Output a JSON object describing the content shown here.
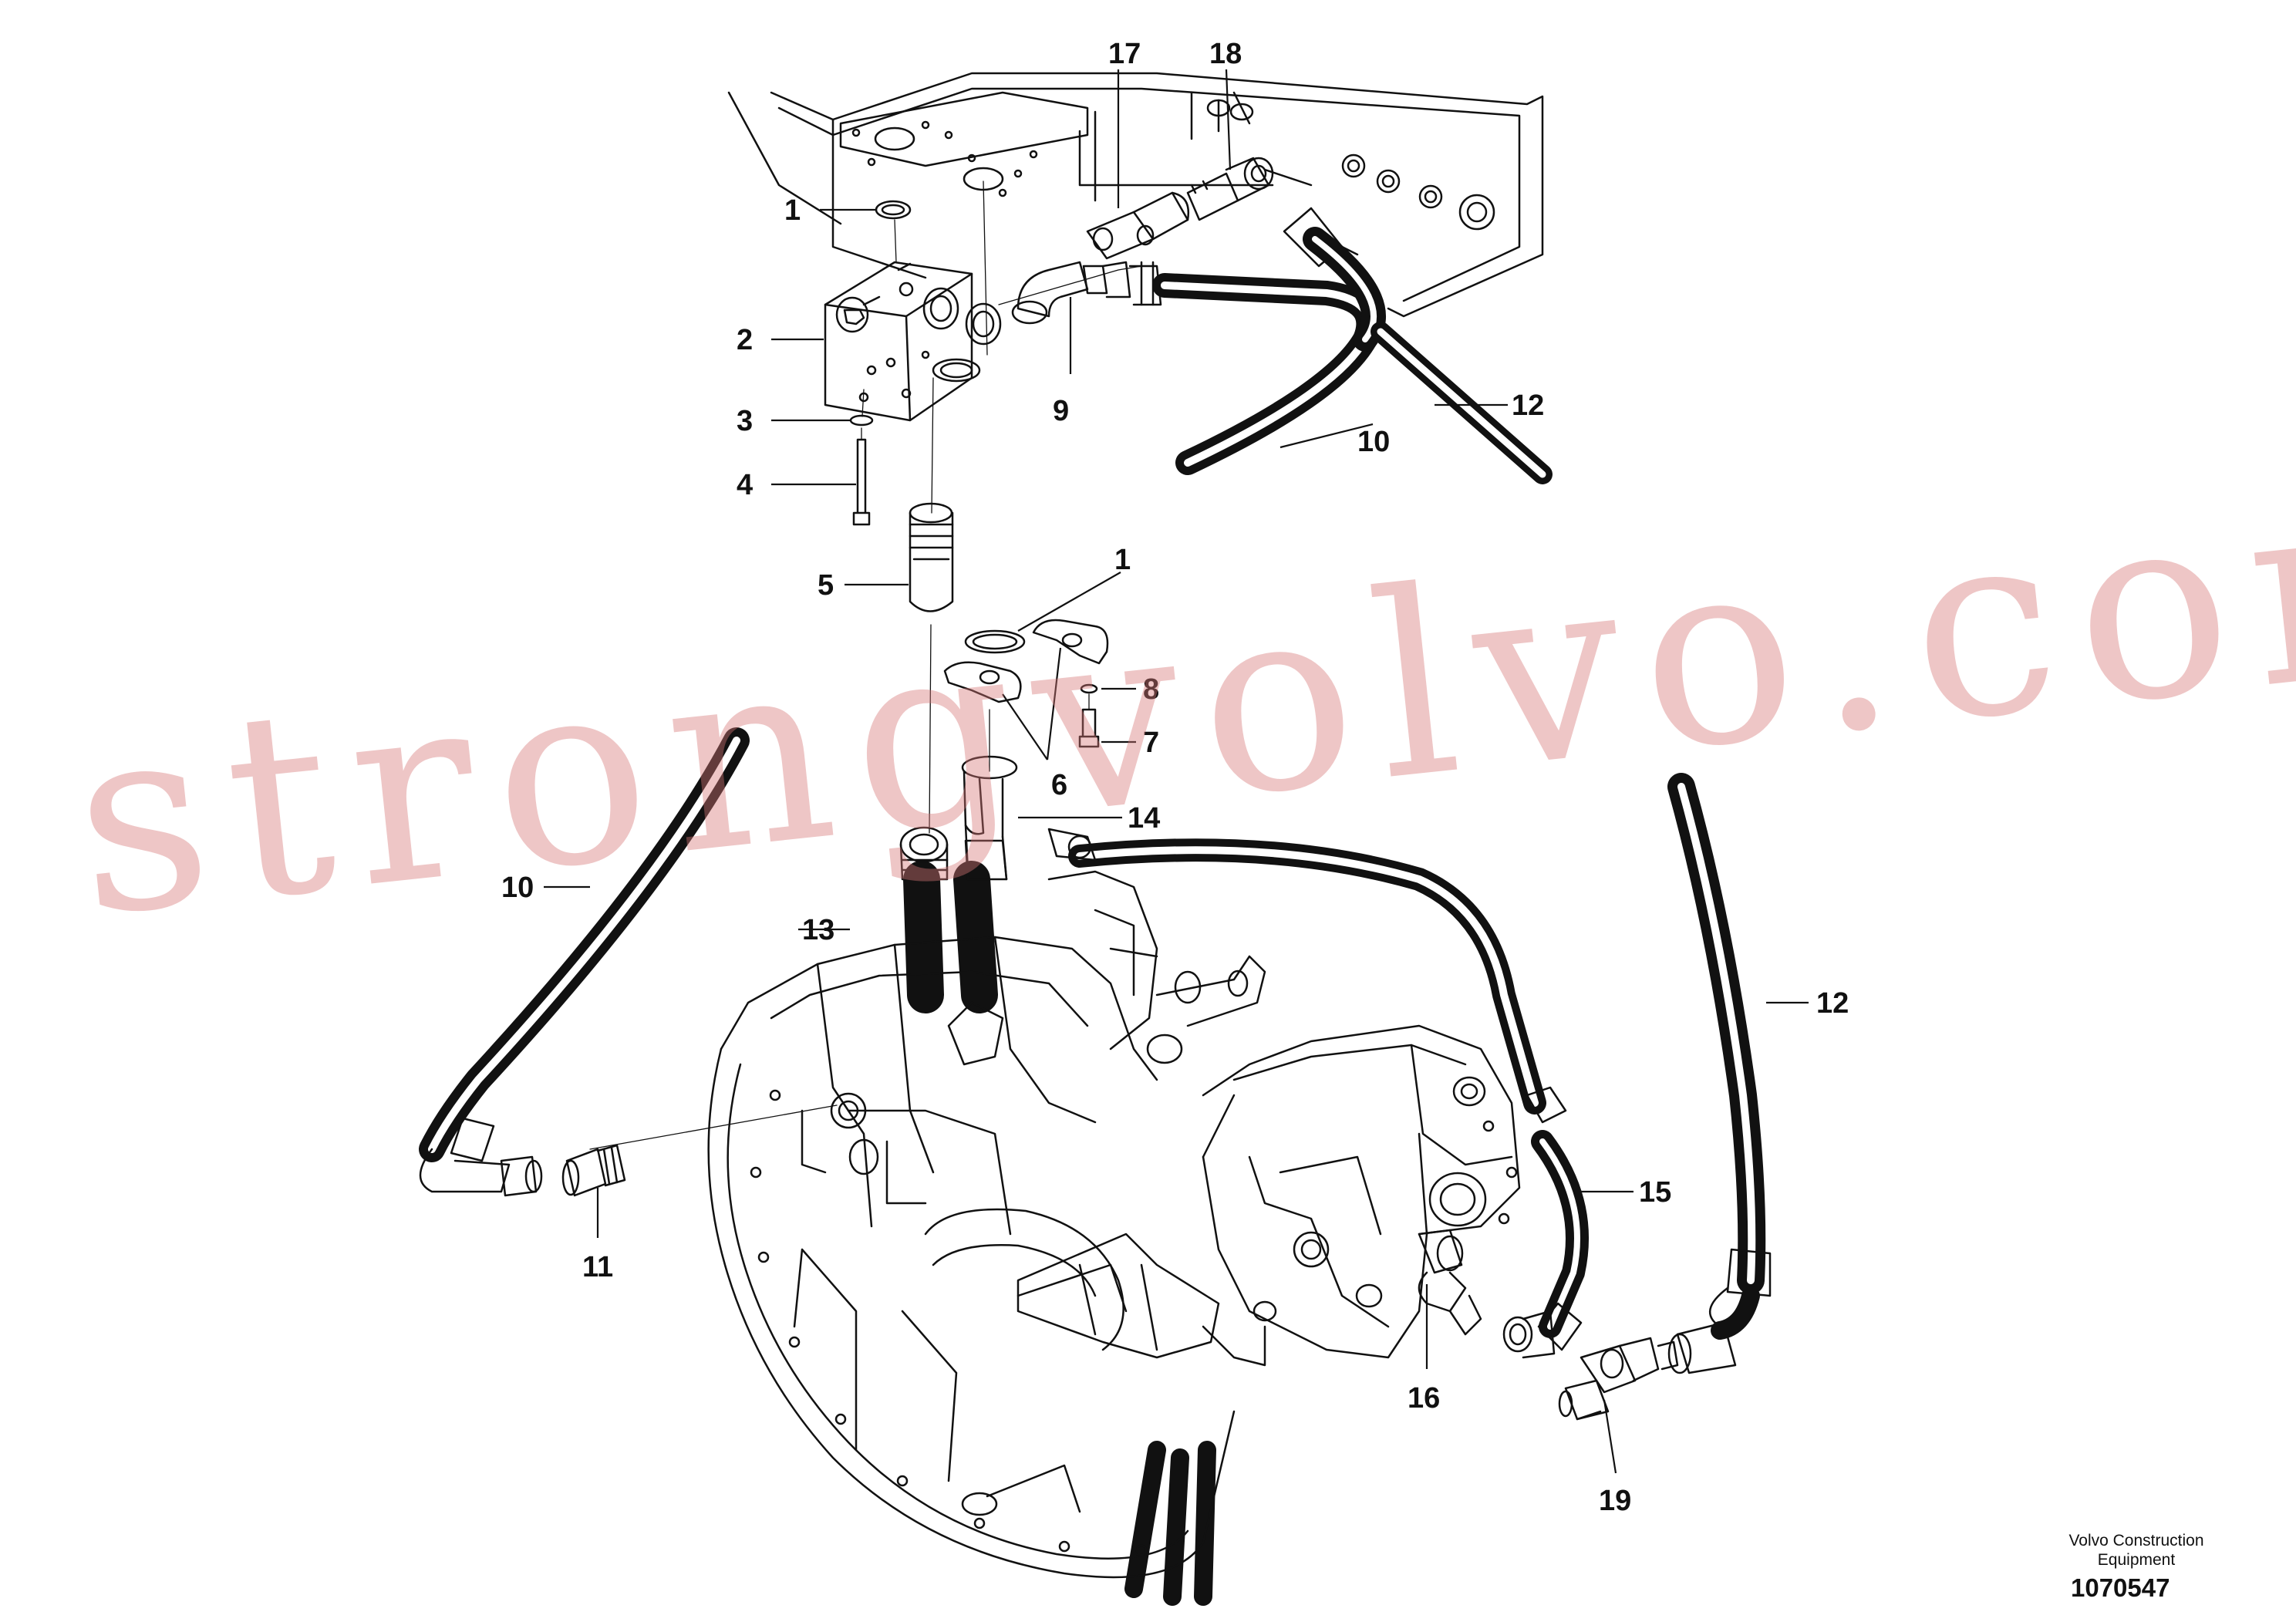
{
  "diagram": {
    "callouts": {
      "c1a": "1",
      "c1b": "1",
      "c2": "2",
      "c3": "3",
      "c4": "4",
      "c5": "5",
      "c6": "6",
      "c7": "7",
      "c8": "8",
      "c9": "9",
      "c10a": "10",
      "c10b": "10",
      "c11": "11",
      "c12a": "12",
      "c12b": "12",
      "c13": "13",
      "c14": "14",
      "c15": "15",
      "c16": "16",
      "c17": "17",
      "c18": "18",
      "c19": "19"
    },
    "credit_line1": "Volvo Construction",
    "credit_line2": "Equipment",
    "drawing_number": "1070547"
  },
  "watermark": "strongvolvo.com"
}
